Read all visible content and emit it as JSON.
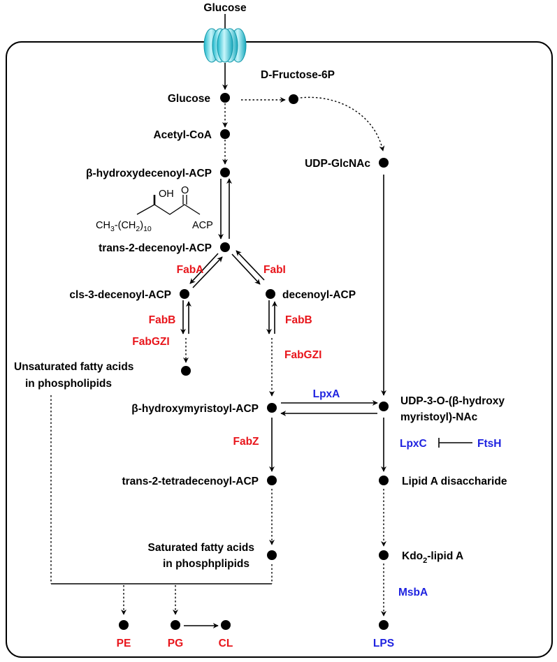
{
  "metabolites": {
    "glucose_ext": "Glucose",
    "glucose": "Glucose",
    "fructose6p": "D-Fructose-6P",
    "acetyl_coa": "Acetyl-CoA",
    "udp_glcnac": "UDP-GlcNAc",
    "bhd_acp": "β-hydroxydecenoyl-ACP",
    "t2d_acp": "trans-2-decenoyl-ACP",
    "cis3_acp": "cls-3-decenoyl-ACP",
    "decenoyl_acp": "decenoyl-ACP",
    "unsat_1": "Unsaturated fatty acids",
    "unsat_2": "in phospholipids",
    "bhm_acp": "β-hydroxymyristoyl-ACP",
    "udp3_1": "UDP-3-O-(β-hydroxy",
    "udp3_2": "myristoyl)-NAc",
    "t2td_acp": "trans-2-tetradecenoyl-ACP",
    "lipid_a": "Lipid A disaccharide",
    "sat_1": "Saturated fatty acids",
    "sat_2": "in phosphplipids",
    "kdo_pre": "Kdo",
    "kdo_sub": "2",
    "kdo_post": "-lipid A"
  },
  "products": {
    "pe": "PE",
    "pg": "PG",
    "cl": "CL",
    "lps": "LPS"
  },
  "enzymes": {
    "faba": "FabA",
    "fabi": "FabI",
    "fabb_left": "FabB",
    "fabb_right": "FabB",
    "fabgzi_left": "FabGZI",
    "fabgzi_right": "FabGZI",
    "fabz": "FabZ",
    "lpxa": "LpxA",
    "lpxc": "LpxC",
    "ftsh": "FtsH",
    "msba": "MsbA"
  },
  "structure": {
    "oh": "OH",
    "o": "O",
    "acp": "ACP",
    "ch3": "CH",
    "sub3": "3",
    "ch2": "-(CH",
    "sub2": "2",
    "paren": ")",
    "sub10": "10"
  },
  "colors": {
    "enzyme_red": "#e8151b",
    "enzyme_blue": "#1f23e0",
    "transporter": "#33d6e6"
  }
}
